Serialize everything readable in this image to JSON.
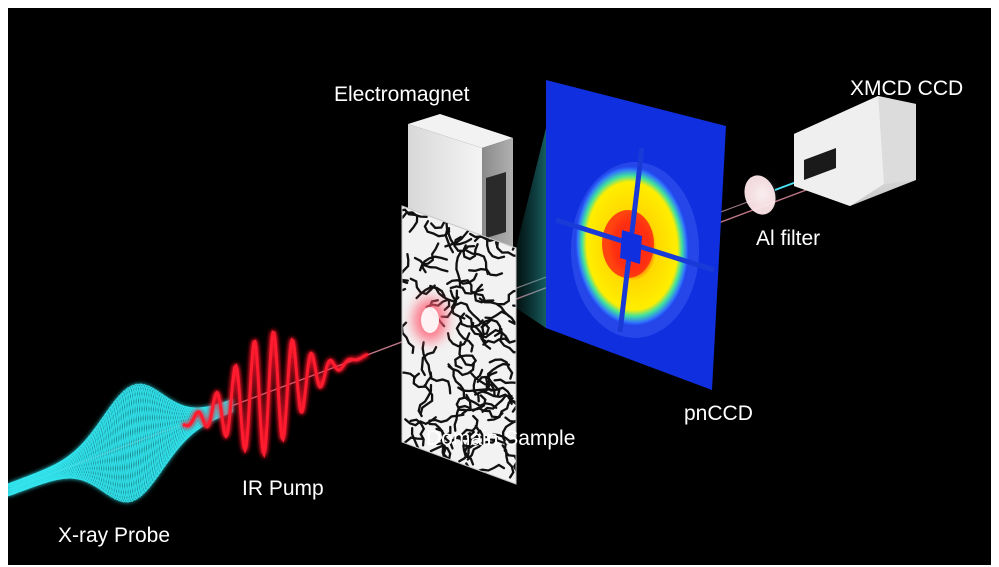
{
  "labels": {
    "electromagnet": "Electromagnet",
    "xmcd_ccd": "XMCD CCD",
    "al_filter": "Al filter",
    "pnccd": "pnCCD",
    "domain_sample": "Domain Sample",
    "ir_pump": "IR Pump",
    "xray_probe": "X-ray Probe"
  },
  "colors": {
    "background": "#000000",
    "xray_pulse": "#33e6f0",
    "ir_pulse": "#ff1a2e",
    "beam": "#ffb0c0",
    "detector_blue": "#1030e0",
    "diffraction_outer": "#ffee00",
    "diffraction_inner": "#ff3a1a"
  },
  "components": {
    "electromagnet": "electromagnet-icon",
    "domain_sample": "magnetic-domain-pattern",
    "pnccd": "detector-screen",
    "al_filter": "filter-disc",
    "xmcd_ccd": "camera-box"
  }
}
